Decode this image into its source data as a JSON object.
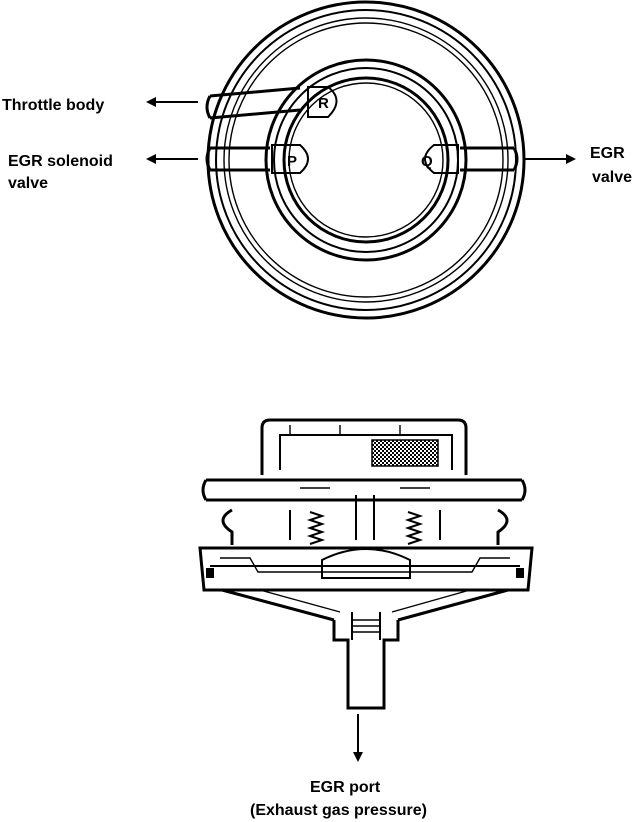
{
  "top_view": {
    "labels": {
      "throttle_body": "Throttle body",
      "egr_solenoid_line1": "EGR solenoid",
      "egr_solenoid_line2": "valve",
      "egr_valve_line1": "EGR",
      "egr_valve_line2": "valve"
    },
    "ports": {
      "p": "P",
      "q": "Q",
      "r": "R"
    }
  },
  "section_view": {
    "labels": {
      "egr_port": "EGR port",
      "exhaust_pressure": "(Exhaust gas pressure)"
    }
  }
}
